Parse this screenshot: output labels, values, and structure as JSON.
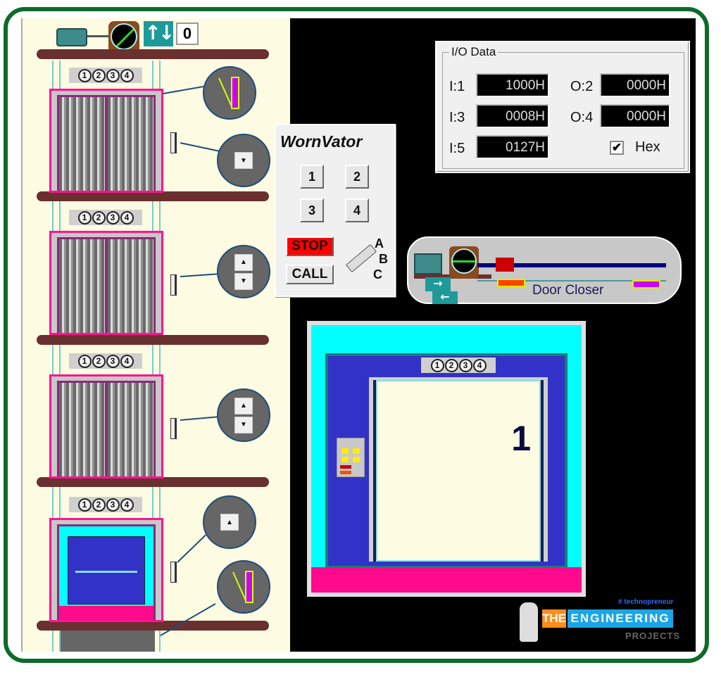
{
  "app": {
    "name": "WornVator"
  },
  "shaft": {
    "floor_counter": "0",
    "direction_icon": "up-down-arrows-icon",
    "floors": [
      {
        "floor": 4,
        "indicator": [
          "1",
          "2",
          "3",
          "4"
        ],
        "call_buttons": [
          "down"
        ],
        "door": "closed",
        "limit_switch": true
      },
      {
        "floor": 3,
        "indicator": [
          "1",
          "2",
          "3",
          "4"
        ],
        "call_buttons": [
          "up",
          "down"
        ],
        "door": "closed"
      },
      {
        "floor": 2,
        "indicator": [
          "1",
          "2",
          "3",
          "4"
        ],
        "call_buttons": [
          "up",
          "down"
        ],
        "door": "closed"
      },
      {
        "floor": 1,
        "indicator": [
          "1",
          "2",
          "3",
          "4"
        ],
        "call_buttons": [
          "up"
        ],
        "door": "open",
        "limit_switch": true
      }
    ]
  },
  "io_data": {
    "title": "I/O Data",
    "fields": [
      {
        "label": "I:1",
        "value": "1000H"
      },
      {
        "label": "O:2",
        "value": "0000H"
      },
      {
        "label": "I:3",
        "value": "0008H"
      },
      {
        "label": "O:4",
        "value": "0000H"
      },
      {
        "label": "I:5",
        "value": "0127H"
      }
    ],
    "hex_label": "Hex",
    "hex_checked": true,
    "check_glyph": "✔"
  },
  "control_panel": {
    "title": "WornVator",
    "floor_buttons": [
      "1",
      "2",
      "3",
      "4"
    ],
    "stop_label": "STOP",
    "call_label": "CALL",
    "key_positions": [
      "A",
      "B",
      "C"
    ],
    "stop_color": "#ff0000"
  },
  "door_closer": {
    "label": "Door Closer"
  },
  "car_view": {
    "indicator": [
      "1",
      "2",
      "3",
      "4"
    ],
    "floor_number": "1"
  },
  "watermark": {
    "tagline": "# technopreneur",
    "the": "THE",
    "engineering": "ENGINEERING",
    "projects": "PROJECTS"
  }
}
